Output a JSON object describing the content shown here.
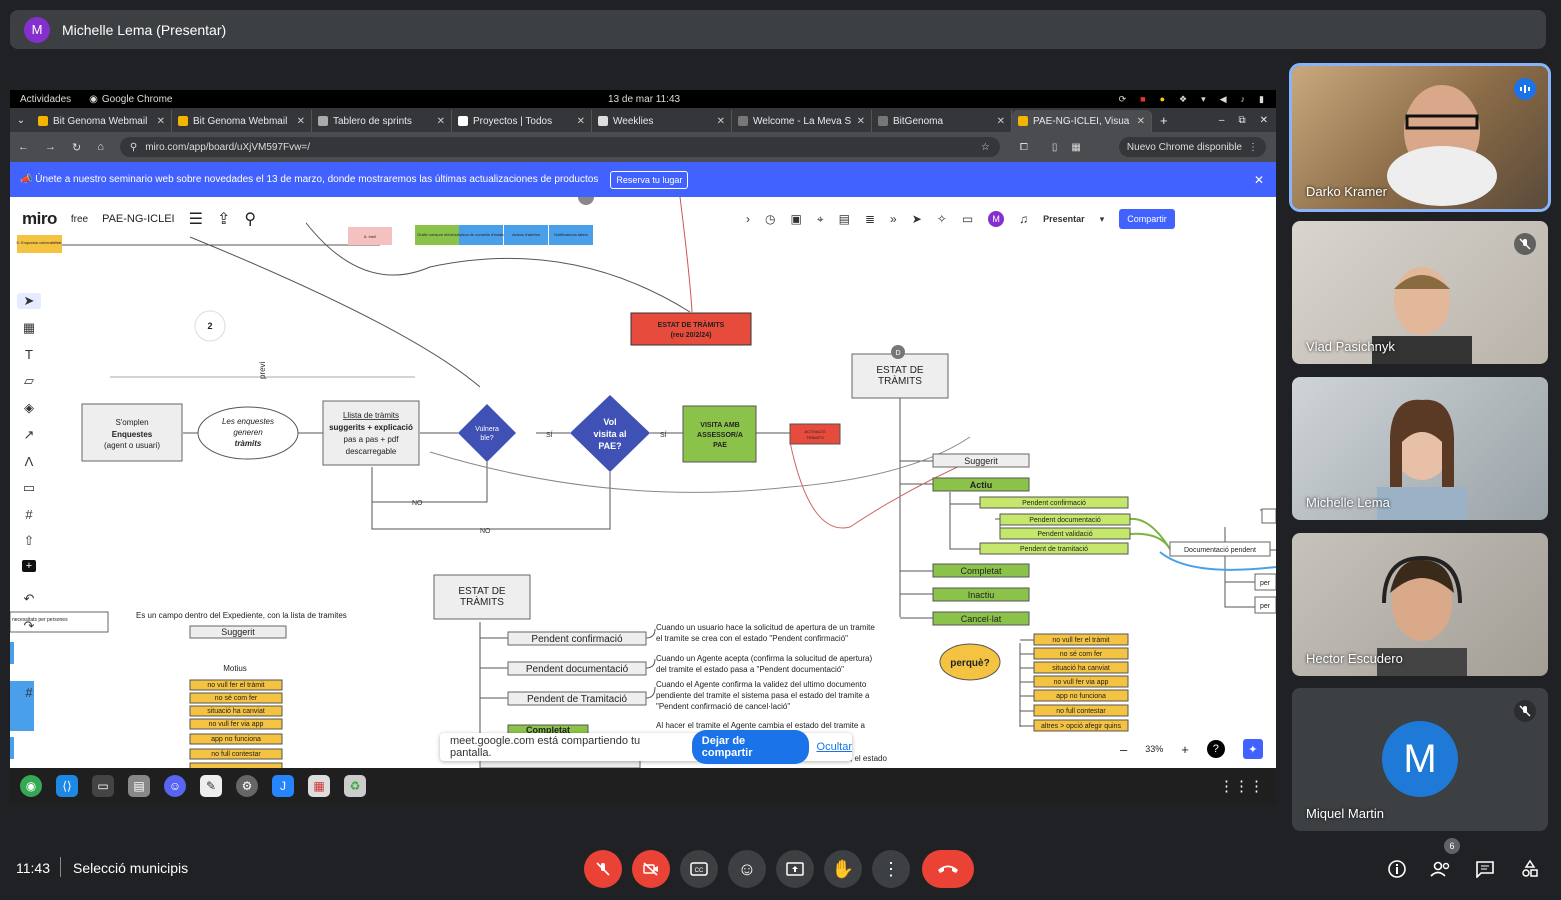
{
  "meet": {
    "presenter_initial": "M",
    "presenter_label": "Michelle Lema (Presentar)",
    "clock": "11:43",
    "meeting_name": "Selecció municipis",
    "people_count": "6",
    "participants": [
      {
        "name": "Darko Kramer",
        "status": "speaking"
      },
      {
        "name": "Vlad Pasichnyk",
        "status": "muted"
      },
      {
        "name": "Michelle Lema",
        "status": ""
      },
      {
        "name": "Hector Escudero",
        "status": ""
      },
      {
        "name": "Miquel Martin",
        "initial": "M",
        "status": "muted"
      }
    ]
  },
  "screen": {
    "gnome": {
      "activities": "Actividades",
      "app": "Google Chrome",
      "date": "13 de mar  11:43"
    },
    "tabs": [
      {
        "title": "Bit Genoma Webmail"
      },
      {
        "title": "Bit Genoma Webmail"
      },
      {
        "title": "Tablero de sprints"
      },
      {
        "title": "Proyectos | Todos"
      },
      {
        "title": "Weeklies"
      },
      {
        "title": "Welcome - La Meva S"
      },
      {
        "title": "BitGenoma"
      },
      {
        "title": "PAE-NG-ICLEI, Visua",
        "active": true
      }
    ],
    "url": "miro.com/app/board/uXjVM597Fvw=/",
    "update_button": "Nuevo Chrome disponible",
    "banner": {
      "text": "📣 Únete a nuestro seminario web sobre novedades el 13 de marzo, donde mostraremos las últimas actualizaciones de productos",
      "button": "Reserva tu lugar"
    },
    "miro": {
      "logo": "miro",
      "plan": "free",
      "board_name": "PAE-NG-ICLEI",
      "present": "Presentar",
      "share": "Compartir",
      "zoom": "33%",
      "help": "?"
    },
    "share_bar": {
      "message": "meet.google.com está compartiendo tu pantalla.",
      "stop": "Dejar de compartir",
      "hide": "Ocultar"
    }
  },
  "diagram": {
    "top_small": [
      "5. Enquesta vulnerabilitat",
      "6. Ineli",
      "Gràfic consum elèctric",
      "Avisos de consells d'estalvi",
      "Avisos d'alertes",
      "Notificacions talers"
    ],
    "frame_count": "2",
    "previ": "previ",
    "estat_red": [
      "ESTAT DE TRÀMITS",
      "(reu 20/2/24)"
    ],
    "box_enquestes": [
      "S'omplen",
      "Enquestes",
      "(agent o usuari)"
    ],
    "ellipse": [
      "Les enquestes",
      "generen",
      "tràmits"
    ],
    "llista": [
      "Llista de tràmits",
      "suggerits + explicació",
      "pas a pas + pdf",
      "descarregable"
    ],
    "vulnera": [
      "Vulnera",
      "ble?"
    ],
    "vol_visita": [
      "Vol",
      "visita al",
      "PAE?"
    ],
    "si": "SÍ",
    "no": "NO",
    "visita_amb": [
      "VISITA AMB",
      "ASSESSOR/A",
      "PAE"
    ],
    "activacio": [
      "ACTIVACIÓ",
      "TRÀMITS"
    ],
    "estat_right_avatar": "D",
    "estat_right": [
      "ESTAT DE",
      "TRÀMITS"
    ],
    "states_right": [
      "Suggerit",
      "Actiu",
      "Pendent confirmació",
      "Pendent documentació",
      "Pendent validació",
      "Pendent de tramitació",
      "Completat",
      "Inactiu",
      "Cancel·lat"
    ],
    "doc_pendent": "Documentació pendent",
    "per": [
      "per",
      "per"
    ],
    "perque": "perquè?",
    "reasons_right": [
      "no vull fer el tràmit",
      "no sé com fer",
      "situació ha canviat",
      "no vull fer via app",
      "app no funciona",
      "no full contestar",
      "altres > opció afegir quins"
    ],
    "estat_bottom": [
      "ESTAT DE",
      "TRÀMITS"
    ],
    "campo_text": "Es un campo dentro del Expediente, con la lista de tramites",
    "suggerit_left": "Suggerit",
    "motius": "Motius",
    "reasons_left": [
      "no vull fer el tràmit",
      "no sé com fer",
      "situació ha canviat",
      "no vull fer via app",
      "app no funciona",
      "no full contestar"
    ],
    "bottom_states": [
      "Pendent confirmació",
      "Pendent documentació",
      "Pendent de Tramitació",
      "Completat"
    ],
    "bottom_desc": [
      [
        "Cuando un usuario hace la solicitud de apertura de un tramite",
        "el tramite se crea con el estado \"Pendent confirmació\""
      ],
      [
        "Cuando un Agente acepta (confirma la solucitud de apertura)",
        "del tramite el estado pasa a \"Pendent documentació\""
      ],
      [
        "Cuando el Agente confirma la validez del ultimo documento",
        "pendiente del tramite el sistema pasa el estado del tramite a",
        "\"Pendent confirmació de cancel·lació\""
      ],
      [
        "Al hacer el tramite el Agente cambia el estado del tramite a"
      ]
    ],
    "estado_tail": ", el estado",
    "left_note": "necessitats per persones"
  },
  "colors": {
    "red_box": "#e64b3c",
    "navy_diamond": "#3f51b5",
    "green_box": "#8bc34a",
    "lime_box": "#c5e86c",
    "yellow": "#f5c342",
    "blue_sticky": "#4a9fea",
    "miro_blue": "#4262ff"
  }
}
